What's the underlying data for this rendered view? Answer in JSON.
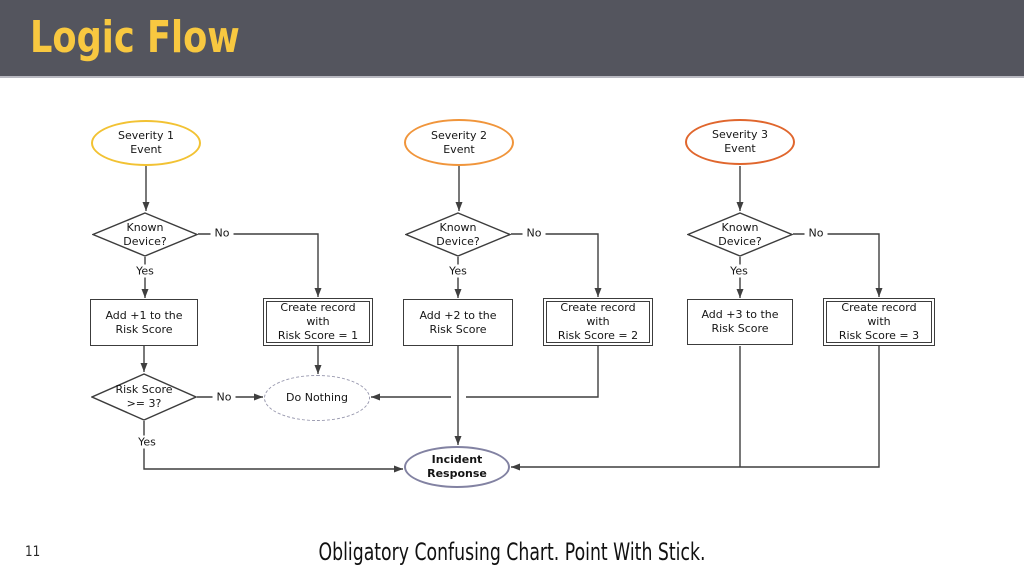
{
  "header": {
    "title": "Logic Flow",
    "bg_color": "#54555e",
    "title_color": "#f8c840"
  },
  "flowchart": {
    "columns": [
      {
        "severity": "Severity 1\nEvent",
        "severity_color": "#f2c233",
        "known_device": "Known\nDevice?",
        "no": "No",
        "yes": "Yes",
        "add": "Add +1 to the\nRisk Score",
        "create": "Create record\nwith\nRisk Score = 1"
      },
      {
        "severity": "Severity 2\nEvent",
        "severity_color": "#f0953b",
        "known_device": "Known\nDevice?",
        "no": "No",
        "yes": "Yes",
        "add": "Add +2 to the\nRisk Score",
        "create": "Create record\nwith\nRisk Score = 2"
      },
      {
        "severity": "Severity 3\nEvent",
        "severity_color": "#e0662d",
        "known_device": "Known\nDevice?",
        "no": "No",
        "yes": "Yes",
        "add": "Add +3 to the\nRisk Score",
        "create": "Create record\nwith\nRisk Score = 3"
      }
    ],
    "risk_check": {
      "label": "Risk Score\n>= 3?",
      "no": "No",
      "yes": "Yes"
    },
    "do_nothing": {
      "label": "Do Nothing",
      "border_color": "#9898ae"
    },
    "incident": {
      "label": "Incident\nResponse",
      "border_color": "#8282a2"
    },
    "line_color": "#3f3f3f"
  },
  "footer": {
    "page_number": "11",
    "caption": "Obligatory Confusing Chart. Point With Stick."
  }
}
